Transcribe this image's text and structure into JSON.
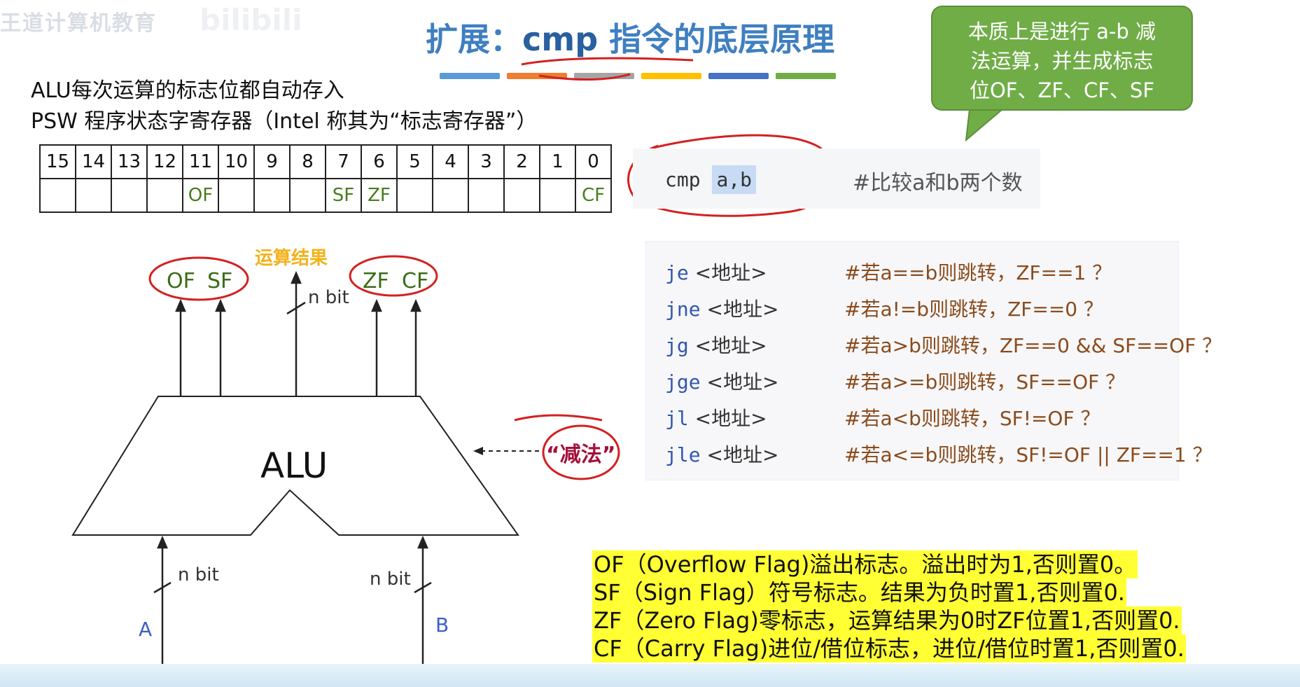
{
  "watermark": {
    "text": "王道计算机教育",
    "brand": "bilibili"
  },
  "title": {
    "prefix": "扩展：",
    "keyword": "cmp",
    "suffix": " 指令的底层原理"
  },
  "color_bars": [
    "#5b9bd5",
    "#ed7d31",
    "#a5a5a5",
    "#ffc000",
    "#4472c4",
    "#70ad47"
  ],
  "bubble": {
    "lines": [
      "本质上是进行 a-b 减",
      "法运算，并生成标志",
      "位OF、ZF、CF、SF"
    ]
  },
  "intro": {
    "line1": "ALU每次运算的标志位都自动存入",
    "line2": "PSW 程序状态字寄存器（Intel 称其为“标志寄存器”）"
  },
  "bit_table": {
    "positions": [
      "15",
      "14",
      "13",
      "12",
      "11",
      "10",
      "9",
      "8",
      "7",
      "6",
      "5",
      "4",
      "3",
      "2",
      "1",
      "0"
    ],
    "flags": [
      "",
      "",
      "",
      "",
      "OF",
      "",
      "",
      "",
      "SF",
      "ZF",
      "",
      "",
      "",
      "",
      "",
      "CF"
    ]
  },
  "cmp": {
    "mnemonic": "cmp",
    "operands": "a,b",
    "comment": "#比较a和b两个数"
  },
  "jumps": [
    {
      "mn": "je",
      "arg": " <地址>",
      "comment_pre": "#若a==b则跳转，",
      "comment_cond": "ZF==1 ？"
    },
    {
      "mn": "jne",
      "arg": " <地址>",
      "comment_pre": "#若a!=b则跳转，",
      "comment_cond": "ZF==0 ？"
    },
    {
      "mn": "jg",
      "arg": " <地址>",
      "comment_pre": "#若a>b则跳转，",
      "comment_cond": "ZF==0 && SF==OF ？"
    },
    {
      "mn": "jge",
      "arg": " <地址>",
      "comment_pre": "#若a>=b则跳转，",
      "comment_cond": "SF==OF ？"
    },
    {
      "mn": "jl",
      "arg": " <地址>",
      "comment_pre": "#若a<b则跳转，",
      "comment_cond": "SF!=OF ？"
    },
    {
      "mn": "jle",
      "arg": " <地址>",
      "comment_pre": "#若a<=b则跳转，",
      "comment_cond": "SF!=OF || ZF==1 ？"
    }
  ],
  "flag_notes": [
    "OF（Overflow Flag)溢出标志。溢出时为1,否则置0。",
    "SF（Sign Flag）符号标志。结果为负时置1,否则置0.",
    "ZF（Zero Flag)零标志，运算结果为0时ZF位置1,否则置0.",
    "CF（Carry Flag)进位/借位标志，进位/借位时置1,否则置0."
  ],
  "diagram": {
    "result_label": "运算结果",
    "out_width": "n bit",
    "in_width_a": "n bit",
    "in_width_b": "n bit",
    "flags_left": [
      "OF",
      "SF"
    ],
    "flags_right": [
      "ZF",
      "CF"
    ],
    "alu_label": "ALU",
    "operation": "“减法”",
    "port_a": "A",
    "port_b": "B"
  }
}
